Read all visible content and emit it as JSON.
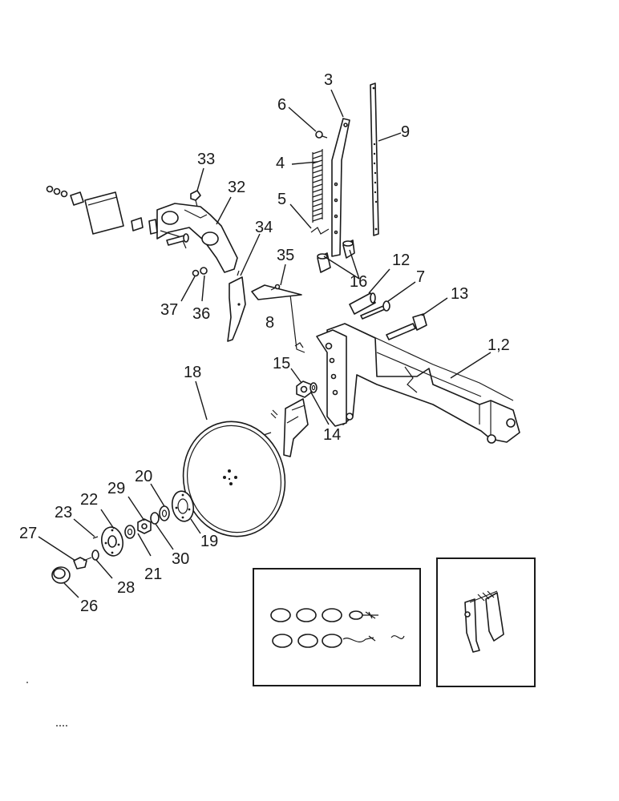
{
  "callouts": [
    "1,2",
    "3",
    "4",
    "5",
    "6",
    "7",
    "8",
    "9",
    "12",
    "13",
    "14",
    "15",
    "16",
    "18",
    "19",
    "20",
    "21",
    "22",
    "23",
    "26",
    "27",
    "28",
    "29",
    "30",
    "32",
    "33",
    "34",
    "35",
    "36",
    "37"
  ],
  "parts": [
    "frame-arm",
    "spring-rod",
    "spring",
    "pin",
    "bolt",
    "clevis-pin",
    "scraper",
    "adjustment-strap",
    "bushing",
    "long-bolt",
    "washer",
    "nut",
    "bushing-pair",
    "disc",
    "bearing-plate",
    "washer",
    "bearing",
    "hub",
    "cotter-pin",
    "dust-cap",
    "bolt",
    "washer",
    "nut",
    "seal",
    "depth-shoe",
    "bolt",
    "point",
    "blade",
    "nut",
    "washer"
  ],
  "insets": [
    "chain-kit-inset",
    "scraper-inset"
  ]
}
